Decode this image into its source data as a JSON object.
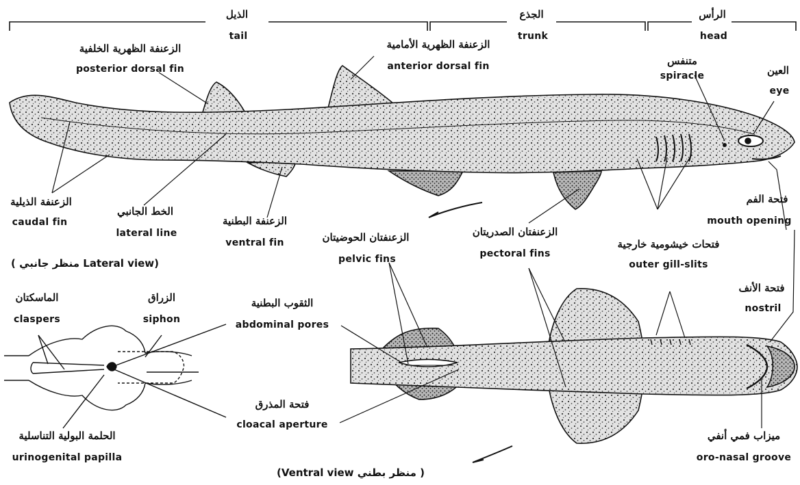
{
  "regions": {
    "tail": {
      "ar": "الذيل",
      "en": "tail"
    },
    "trunk": {
      "ar": "الجذع",
      "en": "trunk"
    },
    "head": {
      "ar": "الرأس",
      "en": "head"
    }
  },
  "lateral_labels": {
    "posterior_dorsal_fin": {
      "ar": "الزعنفة الظهرية الخلفية",
      "en": "posterior dorsal fin"
    },
    "anterior_dorsal_fin": {
      "ar": "الزعنفة الظهرية الأمامية",
      "en": "anterior dorsal fin"
    },
    "spiracle": {
      "ar": "متنفس",
      "en": "spiracle"
    },
    "eye": {
      "ar": "العين",
      "en": "eye"
    },
    "caudal_fin": {
      "ar": "الزعنفة الذيلية",
      "en": "caudal fin"
    },
    "lateral_line": {
      "ar": "الخط الجانبي",
      "en": "lateral line"
    },
    "ventral_fin": {
      "ar": "الزعنفة البطنية",
      "en": "ventral fin"
    },
    "pelvic_fins": {
      "ar": "الزعنفتان الحوضيتان",
      "en": "pelvic fins"
    },
    "pectoral_fins": {
      "ar": "الزعنفتان الصدريتان",
      "en": "pectoral fins"
    },
    "outer_gill_slits": {
      "ar": "فتحات خيشومية خارجية",
      "en": "outer gill-slits"
    },
    "mouth_opening": {
      "ar": "فتحة الفم",
      "en": "mouth opening"
    }
  },
  "lateral_view_title": {
    "ar": "منظر جانبي",
    "en": "Lateral view"
  },
  "ventral_labels": {
    "claspers": {
      "ar": "الماسكتان",
      "en": "claspers"
    },
    "siphon": {
      "ar": "الزراق",
      "en": "siphon"
    },
    "abdominal_pores": {
      "ar": "الثقوب البطنية",
      "en": "abdominal pores"
    },
    "nostril": {
      "ar": "فتحة الأنف",
      "en": "nostril"
    },
    "cloacal_aperture": {
      "ar": "فتحة المذرق",
      "en": "cloacal aperture"
    },
    "urinogenital_papilla": {
      "ar": "الحلمة البولية التناسلية",
      "en": "urinogenital papilla"
    },
    "oro_nasal_groove": {
      "ar": "ميزاب فمي أنفي",
      "en": "oro-nasal groove"
    }
  },
  "ventral_view_title": {
    "ar": "منظر بطني",
    "en": "Ventral view"
  },
  "colors": {
    "ink": "#111111",
    "body_fill": "#d6d6d6",
    "paper": "#ffffff"
  }
}
